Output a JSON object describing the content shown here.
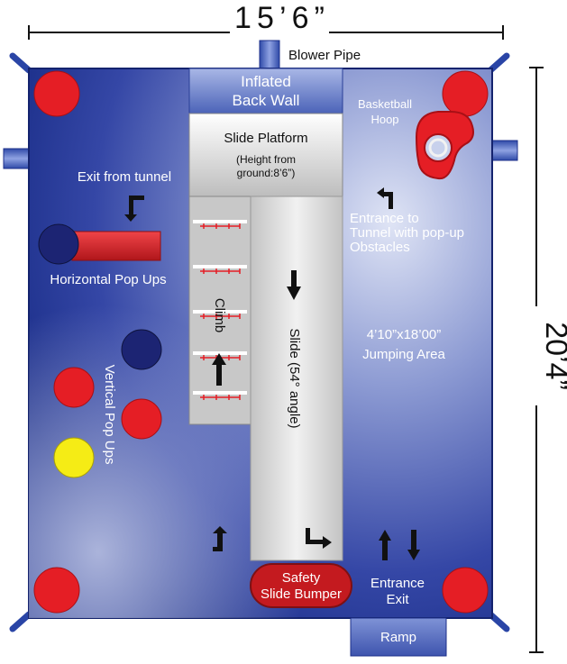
{
  "dimensions": {
    "width": "15’6”",
    "height": "20’4”"
  },
  "labels": {
    "blower_pipe": "Blower Pipe",
    "inflated_back_wall": [
      "Inflated",
      "Back Wall"
    ],
    "slide_platform": "Slide Platform",
    "platform_height": [
      "(Height from",
      "ground:8’6”)"
    ],
    "basketball_hoop": [
      "Basketball",
      "Hoop"
    ],
    "exit_from_tunnel": "Exit from tunnel",
    "entrance_to_tunnel": [
      "Entrance to",
      "Tunnel with pop-up",
      "Obstacles"
    ],
    "horizontal_pop_ups": "Horizontal Pop Ups",
    "climb": "Climb",
    "slide": "Slide (54° angle)",
    "jumping_area": [
      "4’10”x18’00”",
      "Jumping Area"
    ],
    "vertical_pop_ups": "Vertical Pop Ups",
    "safety_bumper": [
      "Safety",
      "Slide Bumper"
    ],
    "entrance_exit": [
      "Entrance",
      "Exit"
    ],
    "ramp": "Ramp"
  },
  "colors": {
    "floor_dark": "#1f3590",
    "floor_light": "#c8d1ec",
    "red": "#e51e25",
    "navy": "#1c2473",
    "yellow": "#f5ec15",
    "slide_gray": "#d5d5d5"
  }
}
